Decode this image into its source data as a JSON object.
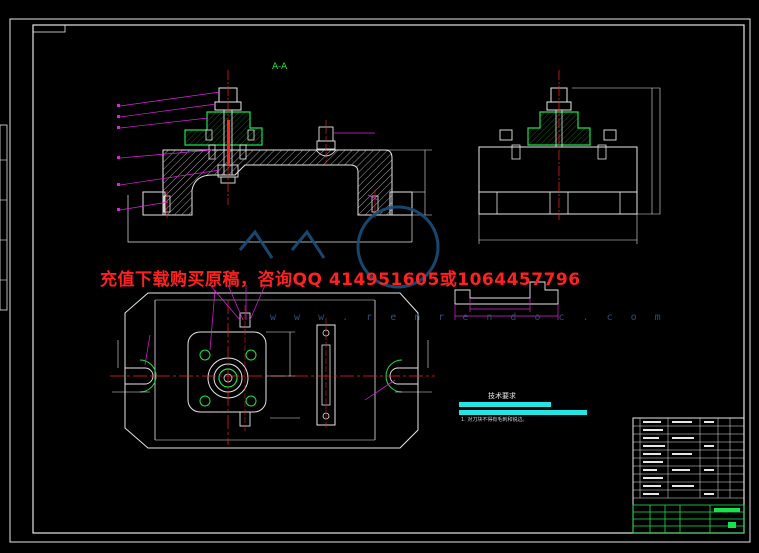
{
  "section_label": "A-A",
  "watermark_text": "充值下载购买原稿，咨询QQ 414951605或1064457796",
  "watermark_url": "w w w . r e n r e n d o c . c o m",
  "tech_requirements_title": "技术要求",
  "tech_note": "1. 对刀块不得有毛刺和锐边。",
  "colors": {
    "background": "#000000",
    "outline": "#e6e6e6",
    "green": "#19e34a",
    "magenta": "#e020e0",
    "red": "#ff2020",
    "cyan": "#20e6e6",
    "yellow": "#e6e620",
    "watermark_blue": "#1a4f7a"
  }
}
